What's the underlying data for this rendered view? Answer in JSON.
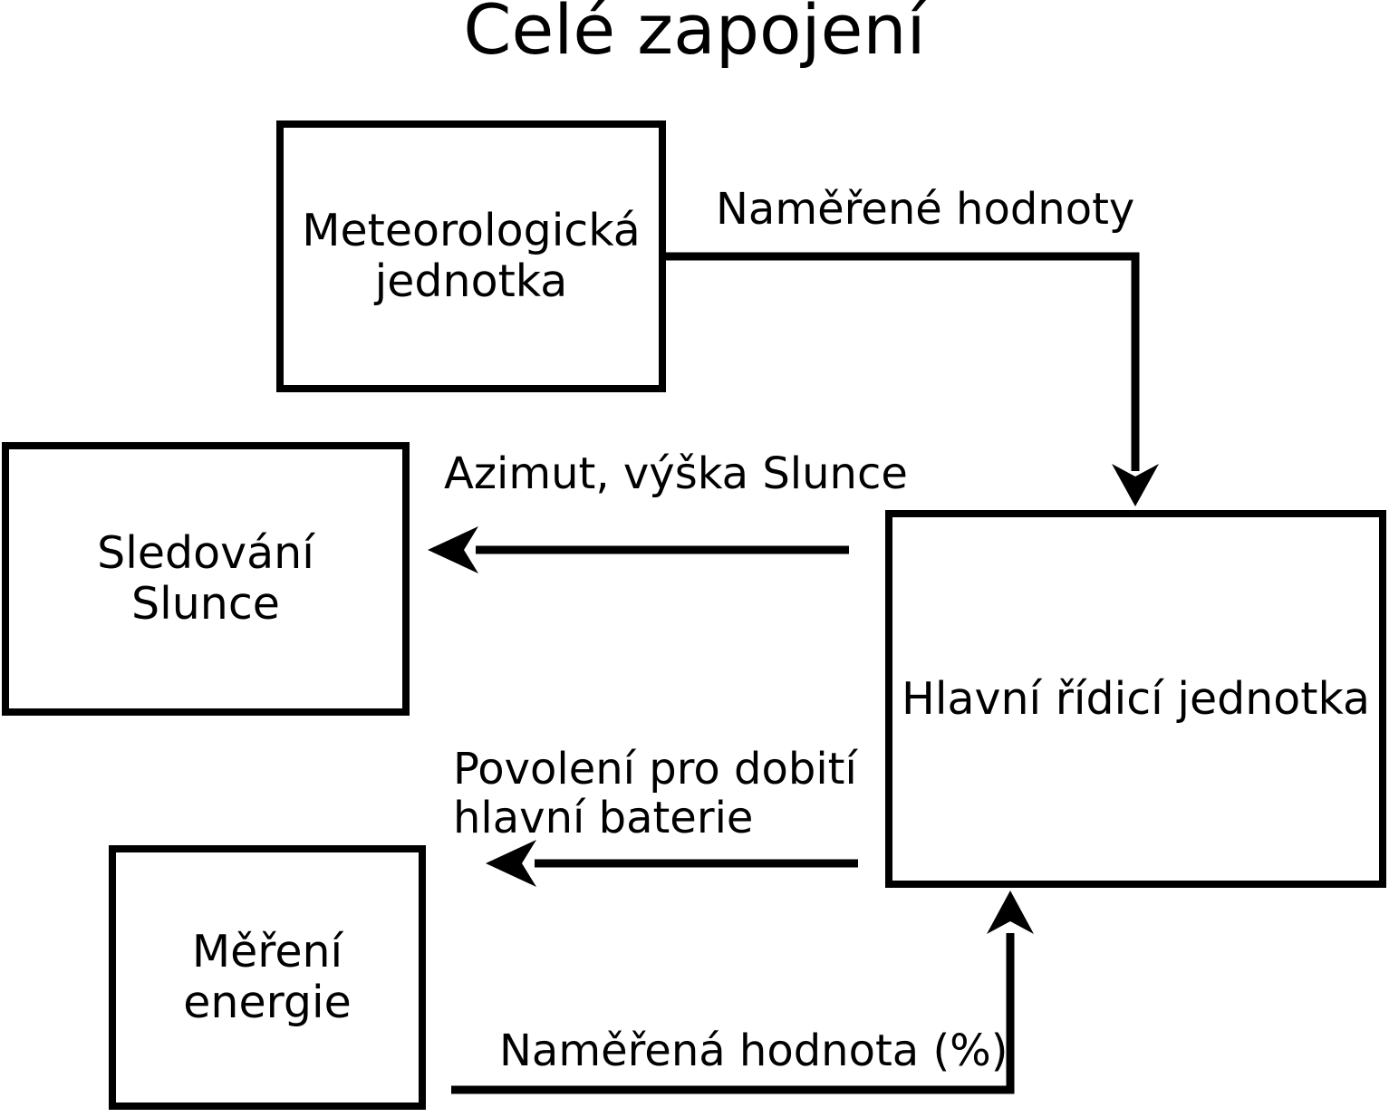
{
  "title": "Celé zapojení",
  "colors": {
    "background": "#ffffff",
    "line": "#000000",
    "text": "#000000"
  },
  "nodes": {
    "meteo": {
      "lines": [
        "Meteorologická",
        "jednotka"
      ]
    },
    "sledovani": {
      "lines": [
        "Sledování",
        "Slunce"
      ]
    },
    "mereni": {
      "lines": [
        "Měření",
        "energie"
      ]
    },
    "hlavni": {
      "lines": [
        "Hlavní řídicí jednotka"
      ]
    }
  },
  "edges": {
    "namerene_hodnoty": {
      "label": "Naměřené hodnoty",
      "from": "Meteorologická jednotka",
      "to": "Hlavní řídicí jednotka"
    },
    "azimut": {
      "label": "Azimut, výška Slunce",
      "from": "Hlavní řídicí jednotka",
      "to": "Sledování Slunce"
    },
    "povoleni": {
      "lines": [
        "Povolení pro dobití",
        "hlavní baterie"
      ],
      "from": "Hlavní řídicí jednotka",
      "to": "Měření energie"
    },
    "namerena_hodnota": {
      "label": "Naměřená hodnota (%)",
      "from": "Měření energie",
      "to": "Hlavní řídicí jednotka"
    }
  }
}
